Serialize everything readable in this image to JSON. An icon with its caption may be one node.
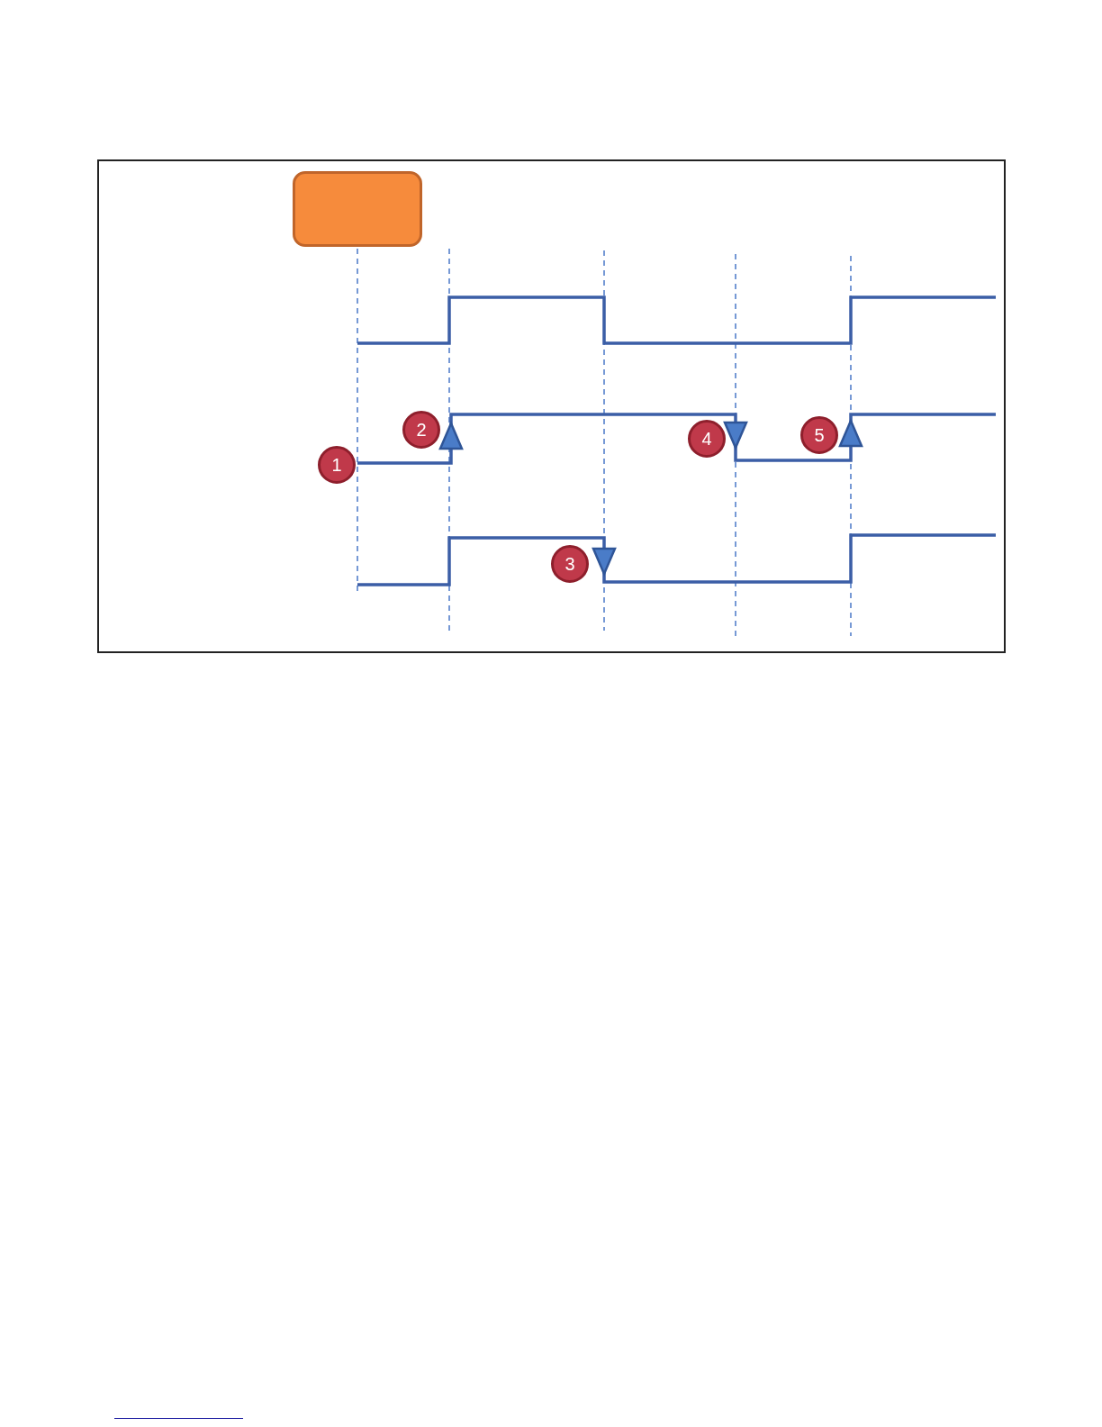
{
  "diagram": {
    "nodes": [
      {
        "text": [],
        "shape": "box"
      }
    ],
    "labels": [
      "1",
      "2",
      "3",
      "4",
      "5"
    ]
  }
}
